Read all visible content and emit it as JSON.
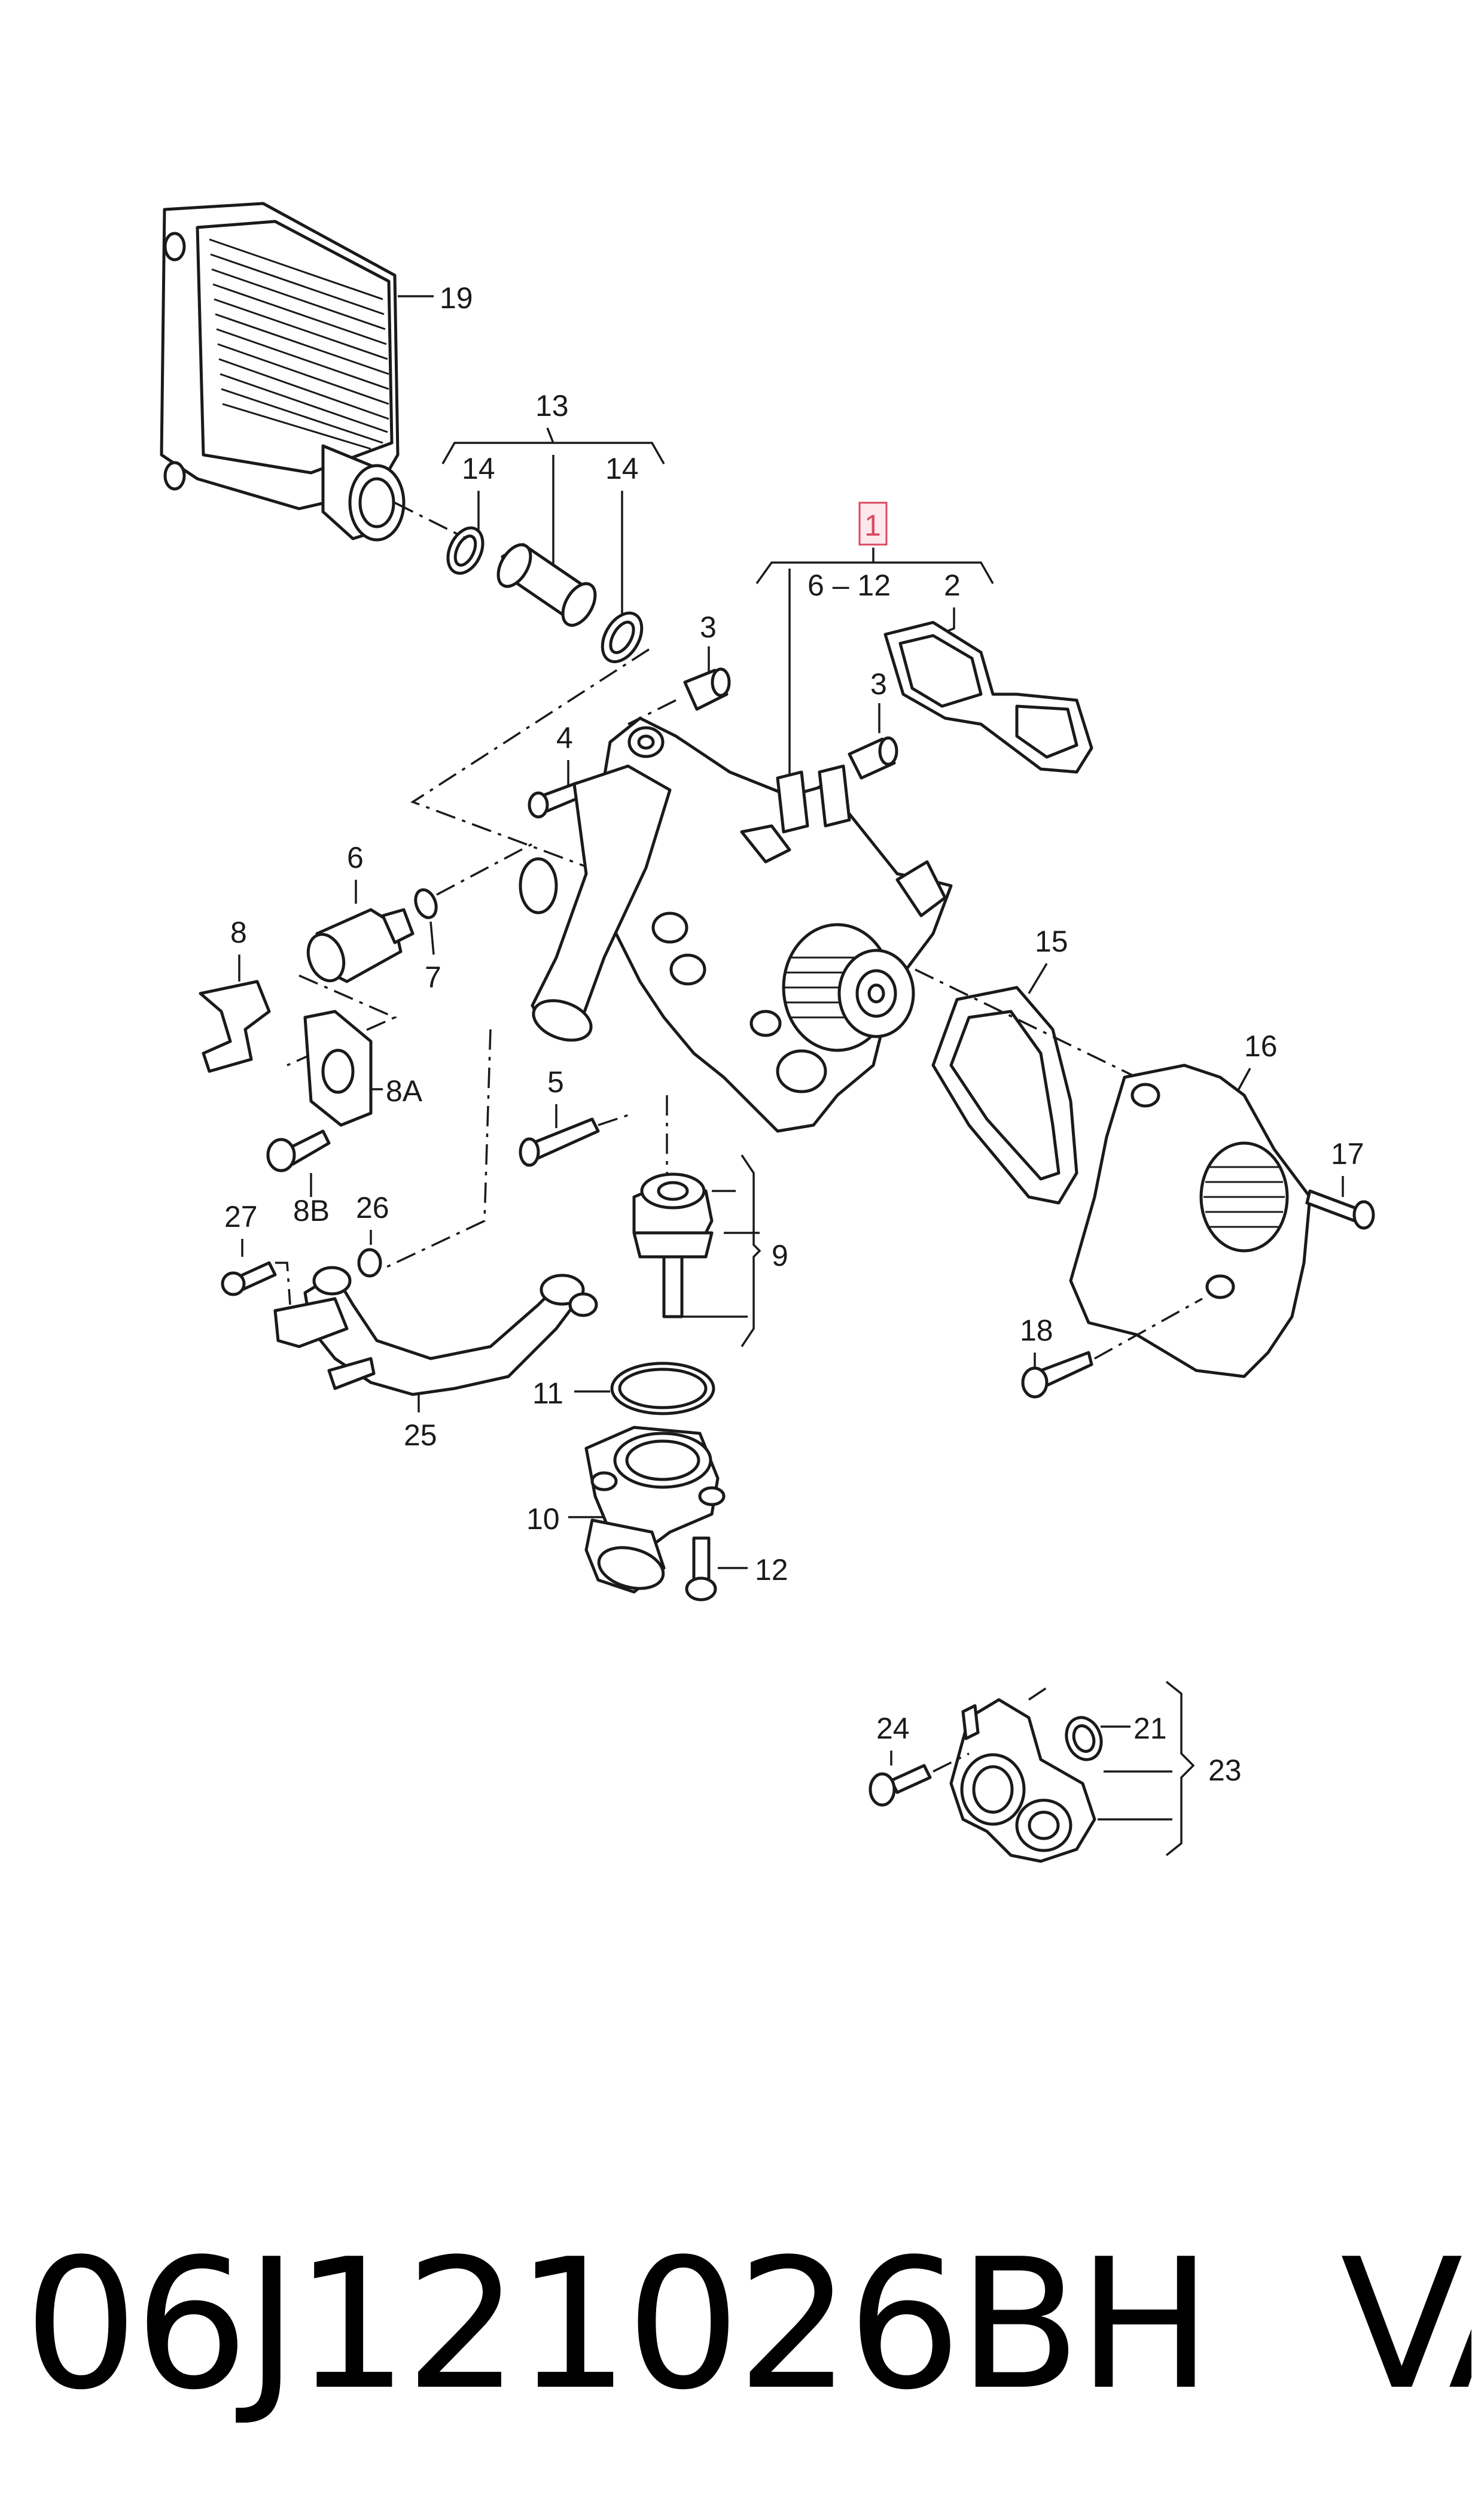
{
  "callouts": {
    "c1": "1",
    "c2": "2",
    "c3a": "3",
    "c3b": "3",
    "c4": "4",
    "c5": "5",
    "c6": "6",
    "c6_12": "6 – 12",
    "c7": "7",
    "c8": "8",
    "c8a": "8A",
    "c8b": "8B",
    "c9": "9",
    "c10": "10",
    "c11": "11",
    "c12": "12",
    "c13": "13",
    "c14a": "14",
    "c14b": "14",
    "c15": "15",
    "c16": "16",
    "c17": "17",
    "c18": "18",
    "c19": "19",
    "c21": "21",
    "c23": "23",
    "c24": "24",
    "c25": "25",
    "c26": "26",
    "c27": "27"
  },
  "footer": {
    "part_number": "06J121026BH",
    "brand": "VAG"
  },
  "highlight_color": "#d94a62"
}
